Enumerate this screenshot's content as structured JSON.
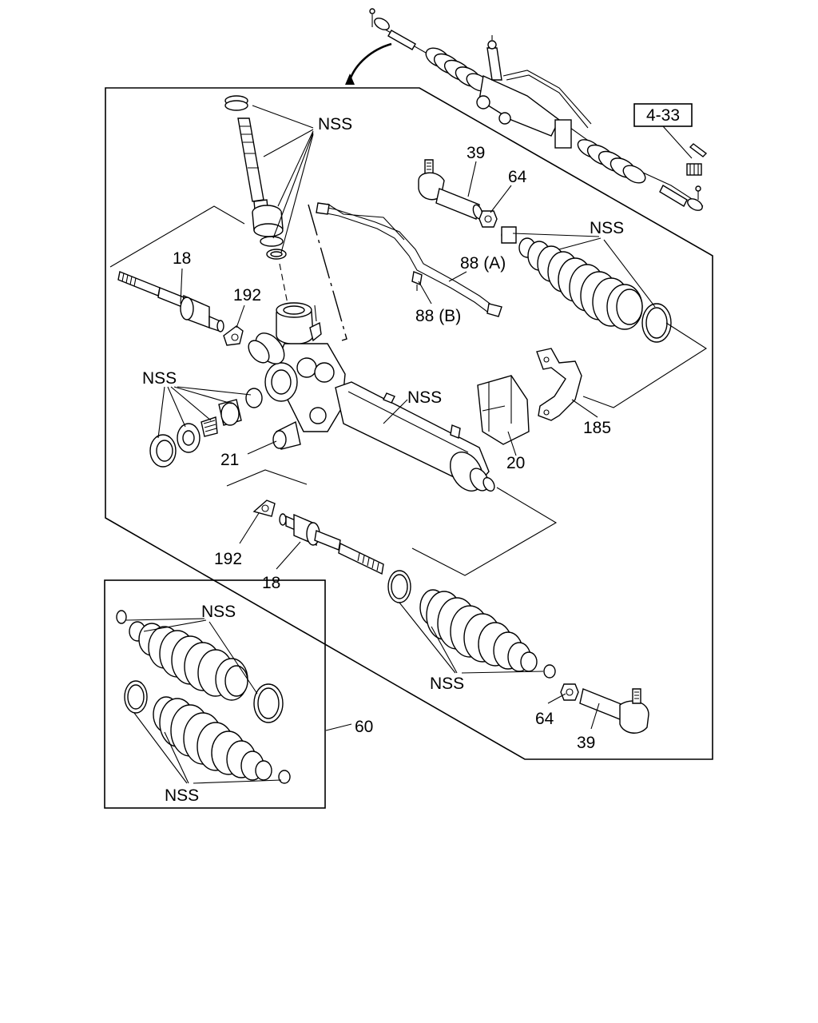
{
  "labels": {
    "nss": "NSS",
    "ref_4_33": "4-33",
    "p18": "18",
    "p192": "192",
    "p21": "21",
    "p20": "20",
    "p185": "185",
    "p39": "39",
    "p64": "64",
    "p88a": "88 (A)",
    "p88b": "88 (B)",
    "p60": "60"
  }
}
